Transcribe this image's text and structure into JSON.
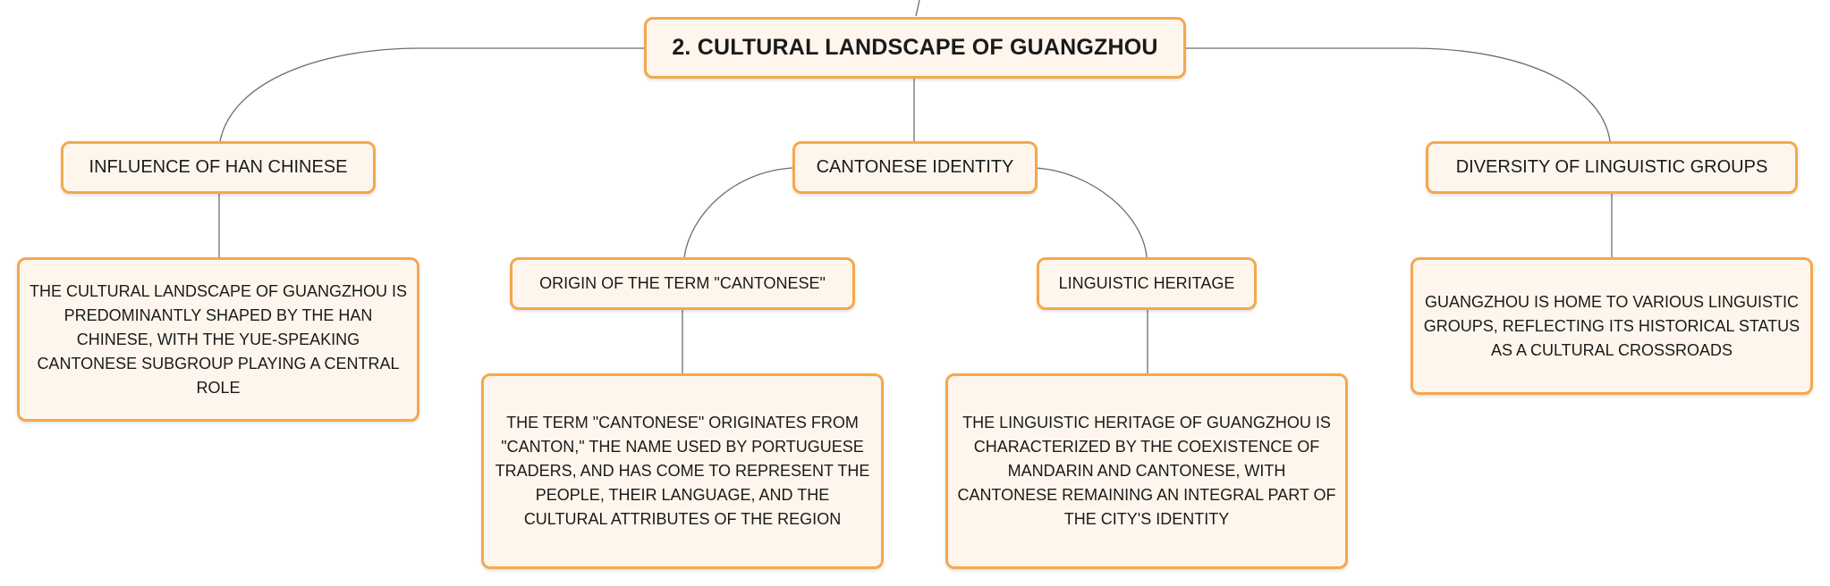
{
  "diagram": {
    "root": {
      "label": "2. CULTURAL LANDSCAPE OF GUANGZHOU"
    },
    "branches": {
      "han": {
        "label": "INFLUENCE OF HAN CHINESE",
        "detail": "THE CULTURAL LANDSCAPE OF GUANGZHOU IS PREDOMINANTLY SHAPED BY THE HAN CHINESE, WITH THE YUE-SPEAKING CANTONESE SUBGROUP PLAYING A CENTRAL ROLE"
      },
      "cantonese": {
        "label": "CANTONESE IDENTITY",
        "origin": {
          "label": "ORIGIN OF THE TERM \"CANTONESE\"",
          "detail": "THE TERM \"CANTONESE\" ORIGINATES FROM \"CANTON,\" THE NAME USED BY PORTUGUESE TRADERS, AND HAS COME TO REPRESENT THE PEOPLE, THEIR LANGUAGE, AND THE CULTURAL ATTRIBUTES OF THE REGION"
        },
        "heritage": {
          "label": "LINGUISTIC HERITAGE",
          "detail": "THE LINGUISTIC HERITAGE OF GUANGZHOU IS CHARACTERIZED BY THE COEXISTENCE OF MANDARIN AND CANTONESE, WITH CANTONESE REMAINING AN INTEGRAL PART OF THE CITY'S IDENTITY"
        }
      },
      "diversity": {
        "label": "DIVERSITY OF LINGUISTIC GROUPS",
        "detail": "GUANGZHOU IS HOME TO VARIOUS LINGUISTIC GROUPS, REFLECTING ITS HISTORICAL STATUS AS A CULTURAL CROSSROADS"
      }
    },
    "colors": {
      "node_border": "#f4a84c",
      "node_fill": "#fef6ec",
      "connector": "#6e6e6e",
      "text": "#1a1a1a"
    }
  }
}
